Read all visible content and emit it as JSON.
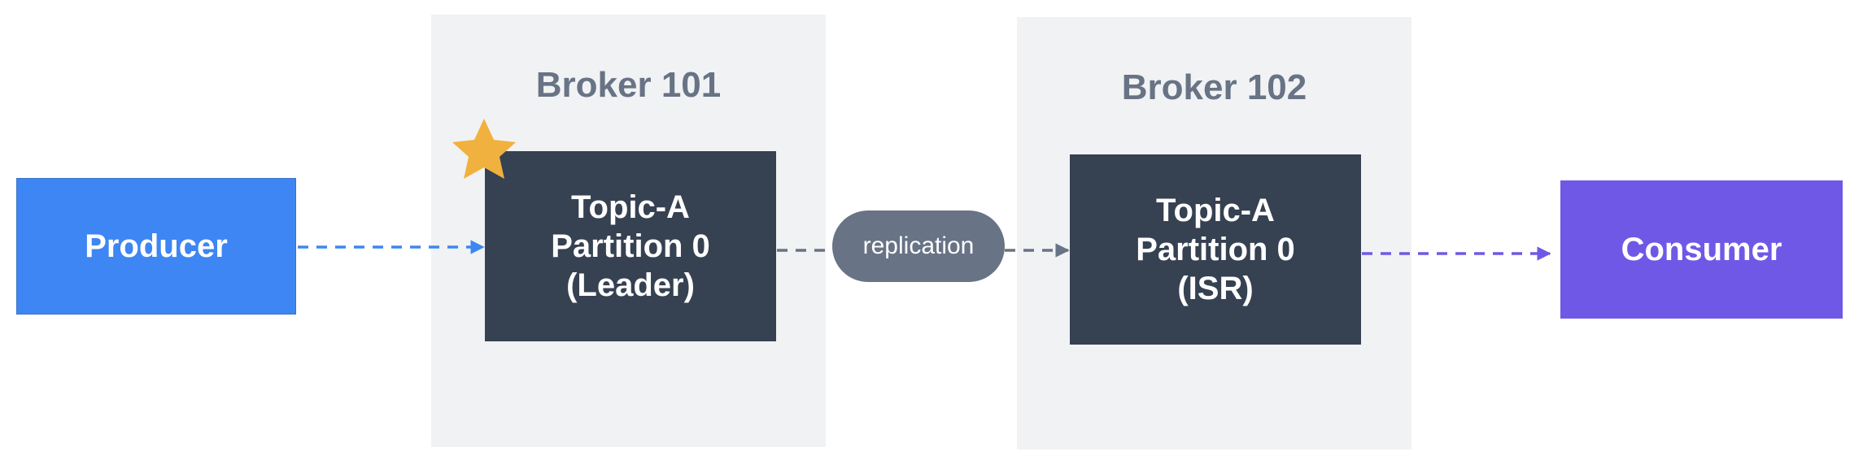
{
  "producer": {
    "label": "Producer"
  },
  "consumer": {
    "label": "Consumer"
  },
  "brokers": [
    {
      "title": "Broker 101",
      "partition": {
        "lines": [
          "Topic-A",
          "Partition 0",
          "(Leader)"
        ]
      }
    },
    {
      "title": "Broker 102",
      "partition": {
        "lines": [
          "Topic-A",
          "Partition 0",
          "(ISR)"
        ]
      }
    }
  ],
  "replication": {
    "label": "replication"
  },
  "icons": {
    "leader_marker": "star-icon"
  },
  "colors": {
    "producer": "#3d86f3",
    "consumer": "#7058e7",
    "partition": "#364152",
    "broker_panel": "#f1f2f4",
    "broker_title": "#687385",
    "replication_pill": "#687385",
    "star": "#f1b13e"
  }
}
